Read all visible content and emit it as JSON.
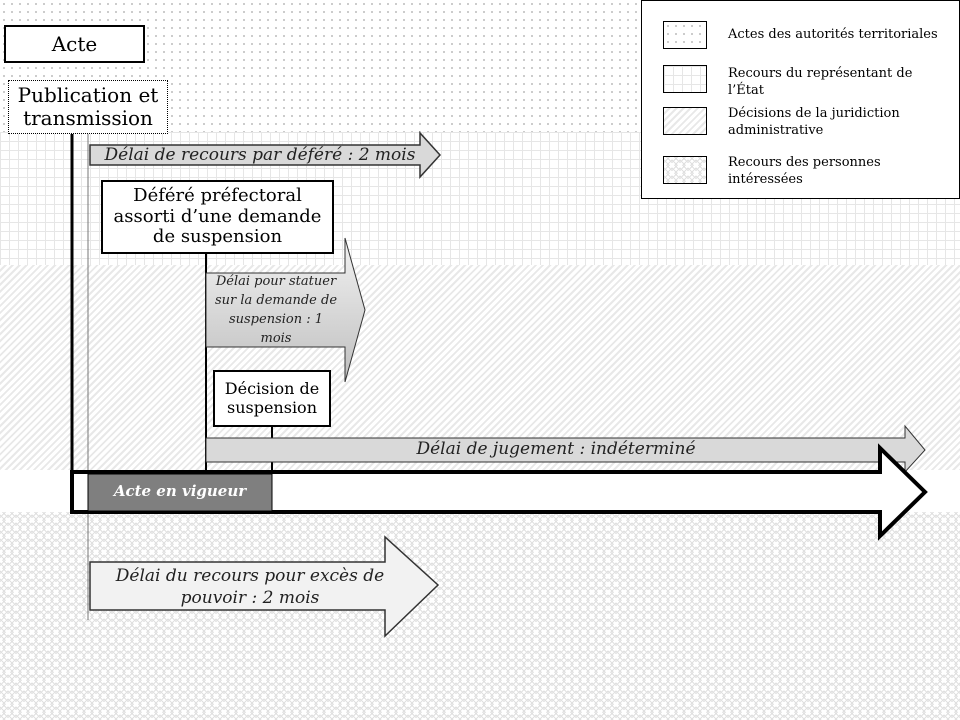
{
  "boxes": {
    "acte": "Acte",
    "publication": "Publication et transmission",
    "defere": "Déféré préfectoral assorti d’une demande de suspension",
    "decision": "Décision de suspension"
  },
  "arrows": {
    "defere_delay": "Délai de recours par déféré : 2 mois",
    "statuer_delay": "Délai pour statuer sur la demande de suspension : 1 mois",
    "jugement_delay": "Délai de jugement : indéterminé",
    "en_vigueur": "Acte en vigueur",
    "rep_delay": "Délai du recours pour excès de pouvoir : 2 mois"
  },
  "legend": [
    {
      "label": "Actes des autorités territoriales",
      "pattern": "dots"
    },
    {
      "label": "Recours du représentant de l’État",
      "pattern": "grid"
    },
    {
      "label": "Décisions de la juridiction administrative",
      "pattern": "diagonal"
    },
    {
      "label": "Recours des personnes intéressées",
      "pattern": "zigzag"
    }
  ],
  "colors": {
    "arrow_gray": "#d9d9d9",
    "vigueur": "#7f7f7f",
    "light": "#f2f2f2"
  }
}
